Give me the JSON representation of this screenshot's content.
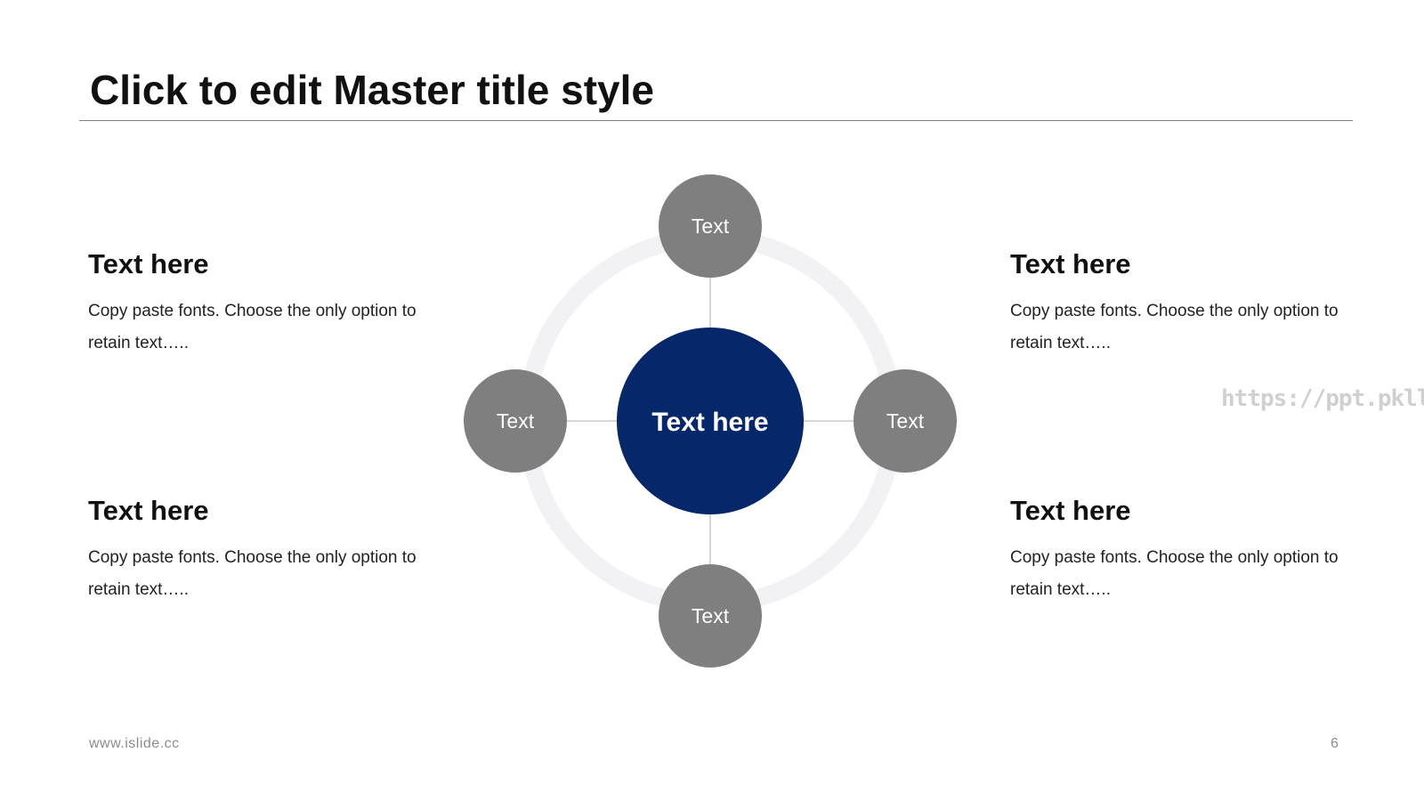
{
  "slide": {
    "title": "Click to edit Master title style",
    "footer_url": "www.islide.cc",
    "page_number": "6",
    "watermark": "https://ppt.pkll.de"
  },
  "diagram": {
    "center_label": "Text here",
    "nodes": [
      {
        "id": "top",
        "label": "Text"
      },
      {
        "id": "right",
        "label": "Text"
      },
      {
        "id": "bottom",
        "label": "Text"
      },
      {
        "id": "left",
        "label": "Text"
      }
    ],
    "colors": {
      "center": "#06286b",
      "node": "#7f7f7f",
      "ring": "#f2f2f4",
      "connector": "#c8c8c8"
    }
  },
  "blocks": [
    {
      "id": "top-left",
      "heading": "Text here",
      "body": "Copy paste fonts. Choose the only option to retain text….."
    },
    {
      "id": "top-right",
      "heading": "Text here",
      "body": "Copy paste fonts. Choose the only option to retain text….."
    },
    {
      "id": "bottom-left",
      "heading": "Text here",
      "body": "Copy paste fonts. Choose the only option to retain text….."
    },
    {
      "id": "bottom-right",
      "heading": "Text here",
      "body": "Copy paste fonts. Choose the only option to retain text….."
    }
  ]
}
